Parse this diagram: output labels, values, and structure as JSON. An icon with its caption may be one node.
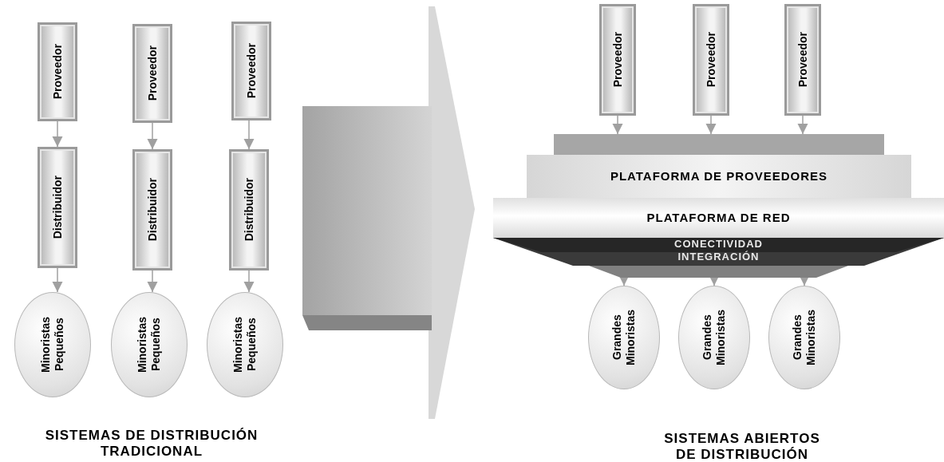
{
  "diagram": {
    "nodes": [
      {
        "text": [
          "Proveedor"
        ]
      },
      {
        "text": [
          "Proveedor"
        ]
      },
      {
        "text": [
          "Proveedor"
        ]
      },
      {
        "text": [
          "Distribuidor"
        ]
      },
      {
        "text": [
          "Distribuidor"
        ]
      },
      {
        "text": [
          "Distribuidor"
        ]
      },
      {
        "text": [
          "Minoristas Pequeños"
        ]
      },
      {
        "text": [
          "Minoristas Pequeños"
        ]
      },
      {
        "text": [
          "Minoristas Pequeños"
        ]
      },
      {
        "text": [
          "Proveedor"
        ]
      },
      {
        "text": [
          "Proveedor"
        ]
      },
      {
        "text": [
          "Proveedor"
        ]
      },
      {
        "text": [],
        "shape": "bar"
      },
      {
        "text": [
          "PLATAFORMA DE PROVEEDORES"
        ]
      },
      {
        "text": [
          "PLATAFORMA DE RED"
        ]
      },
      {
        "text": [
          "CONECTIVIDAD INTEGRACIÓN"
        ]
      },
      {
        "text": [
          "Grandes Minoristas"
        ]
      },
      {
        "text": [
          "Grandes Minoristas"
        ]
      },
      {
        "text": [
          "Grandes Minoristas"
        ]
      }
    ],
    "edges": [
      {
        "from": 0,
        "to": 3,
        "arrow": "to"
      },
      {
        "from": 1,
        "to": 4,
        "arrow": "to"
      },
      {
        "from": 2,
        "to": 5,
        "arrow": "to"
      },
      {
        "from": 3,
        "to": 6,
        "arrow": "to"
      },
      {
        "from": 4,
        "to": 7,
        "arrow": "to"
      },
      {
        "from": 5,
        "to": 8,
        "arrow": "to"
      },
      {
        "from": 9,
        "to": 12,
        "arrow": "to"
      },
      {
        "from": 10,
        "to": 12,
        "arrow": "to"
      },
      {
        "from": 11,
        "to": 12,
        "arrow": "to"
      },
      {
        "from": 15,
        "to": 16,
        "arrow": "to"
      },
      {
        "from": 15,
        "to": 17,
        "arrow": "to"
      },
      {
        "from": 15,
        "to": 18,
        "arrow": "to"
      }
    ],
    "labels": [
      "SISTEMAS DE DISTRIBUCIÓN TRADICIONAL",
      "SISTEMAS ABIERTOS DE DISTRIBUCIÓN"
    ]
  }
}
